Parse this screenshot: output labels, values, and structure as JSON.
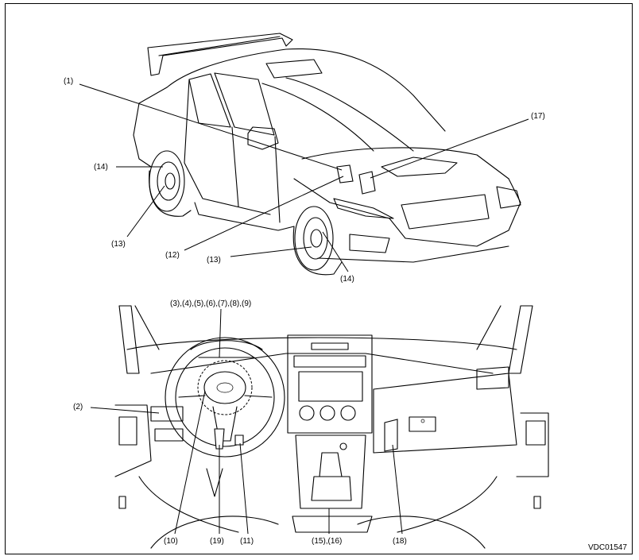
{
  "figure_code": "VDC01547",
  "top_view": {
    "labels": {
      "l1": "(1)",
      "l17": "(17)",
      "l14a": "(14)",
      "l13a": "(13)",
      "l12": "(12)",
      "l13b": "(13)",
      "l14b": "(14)"
    }
  },
  "bottom_view": {
    "labels": {
      "l3to9": "(3),(4),(5),(6),(7),(8),(9)",
      "l2": "(2)",
      "l10": "(10)",
      "l19": "(19)",
      "l11": "(11)",
      "l15_16": "(15),(16)",
      "l18": "(18)"
    }
  }
}
